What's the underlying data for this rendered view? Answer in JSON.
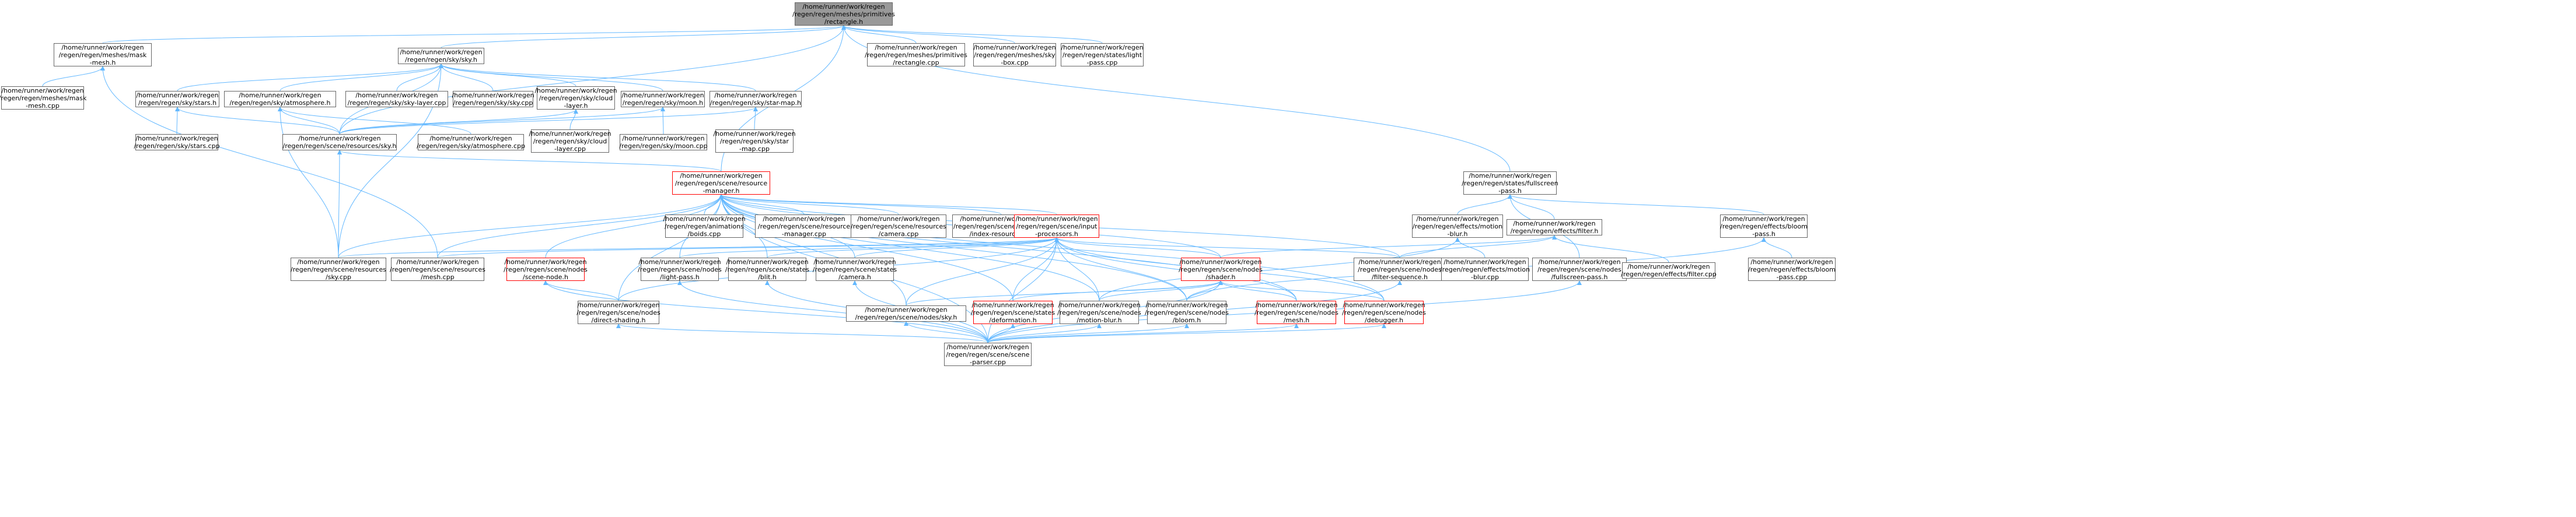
{
  "colors": {
    "edge": "#63b8ff",
    "node_border": "#666666",
    "highlight_border": "#ff0000",
    "current_fill": "#999999"
  },
  "nodes": {
    "rect_h": [
      "/home/runner/work/regen",
      "/regen/regen/meshes/primitives",
      "/rectangle.h"
    ],
    "mask_mesh_h": [
      "/home/runner/work/regen",
      "/regen/regen/meshes/mask",
      "-mesh.h"
    ],
    "sky_h": [
      "/home/runner/work/regen",
      "/regen/regen/sky/sky.h"
    ],
    "rect_cpp": [
      "/home/runner/work/regen",
      "/regen/regen/meshes/primitives",
      "/rectangle.cpp"
    ],
    "sky_box_cpp": [
      "/home/runner/work/regen",
      "/regen/regen/meshes/sky",
      "-box.cpp"
    ],
    "light_pass_cpp_states": [
      "/home/runner/work/regen",
      "/regen/regen/states/light",
      "-pass.cpp"
    ],
    "mask_mesh_cpp": [
      "/home/runner/work/regen",
      "/regen/regen/meshes/mask",
      "-mesh.cpp"
    ],
    "stars_h": [
      "/home/runner/work/regen",
      "/regen/regen/sky/stars.h"
    ],
    "atmosphere_h": [
      "/home/runner/work/regen",
      "/regen/regen/sky/atmosphere.h"
    ],
    "sky_layer_cpp": [
      "/home/runner/work/regen",
      "/regen/regen/sky/sky-layer.cpp"
    ],
    "sky_cpp": [
      "/home/runner/work/regen",
      "/regen/regen/sky/sky.cpp"
    ],
    "cloud_layer_h": [
      "/home/runner/work/regen",
      "/regen/regen/sky/cloud",
      "-layer.h"
    ],
    "moon_h": [
      "/home/runner/work/regen",
      "/regen/regen/sky/moon.h"
    ],
    "star_map_h": [
      "/home/runner/work/regen",
      "/regen/regen/sky/star-map.h"
    ],
    "stars_cpp": [
      "/home/runner/work/regen",
      "/regen/regen/sky/stars.cpp"
    ],
    "resources_sky_h": [
      "/home/runner/work/regen",
      "/regen/regen/scene/resources/sky.h"
    ],
    "atmosphere_cpp": [
      "/home/runner/work/regen",
      "/regen/regen/sky/atmosphere.cpp"
    ],
    "cloud_layer_cpp": [
      "/home/runner/work/regen",
      "/regen/regen/sky/cloud",
      "-layer.cpp"
    ],
    "moon_cpp": [
      "/home/runner/work/regen",
      "/regen/regen/sky/moon.cpp"
    ],
    "star_map_cpp": [
      "/home/runner/work/regen",
      "/regen/regen/sky/star",
      "-map.cpp"
    ],
    "resource_manager_h": [
      "/home/runner/work/regen",
      "/regen/regen/scene/resource",
      "-manager.h"
    ],
    "fullscreen_pass_h": [
      "/home/runner/work/regen",
      "/regen/regen/states/fullscreen",
      "-pass.h"
    ],
    "boids_cpp": [
      "/home/runner/work/regen",
      "/regen/regen/animations",
      "/boids.cpp"
    ],
    "resource_manager_cpp": [
      "/home/runner/work/regen",
      "/regen/regen/scene/resource",
      "-manager.cpp"
    ],
    "resources_camera_cpp": [
      "/home/runner/work/regen",
      "/regen/regen/scene/resources",
      "/camera.cpp"
    ],
    "index_resource_cpp": [
      "/home/runner/work/regen",
      "/regen/regen/scene/resources",
      "/index-resource.cpp"
    ],
    "input_processors_h": [
      "/home/runner/work/regen",
      "/regen/regen/scene/input",
      "-processors.h"
    ],
    "motion_blur_h": [
      "/home/runner/work/regen",
      "/regen/regen/effects/motion",
      "-blur.h"
    ],
    "filter_h": [
      "/home/runner/work/regen",
      "/regen/regen/effects/filter.h"
    ],
    "bloom_pass_h": [
      "/home/runner/work/regen",
      "/regen/regen/effects/bloom",
      "-pass.h"
    ],
    "resources_sky_cpp": [
      "/home/runner/work/regen",
      "/regen/regen/scene/resources",
      "/sky.cpp"
    ],
    "resources_mesh_cpp": [
      "/home/runner/work/regen",
      "/regen/regen/scene/resources",
      "/mesh.cpp"
    ],
    "scene_node_h": [
      "/home/runner/work/regen",
      "/regen/regen/scene/nodes",
      "/scene-node.h"
    ],
    "light_pass_h": [
      "/home/runner/work/regen",
      "/regen/regen/scene/nodes",
      "/light-pass.h"
    ],
    "blit_h": [
      "/home/runner/work/regen",
      "/regen/regen/scene/states",
      "/blit.h"
    ],
    "states_camera_h": [
      "/home/runner/work/regen",
      "/regen/regen/scene/states",
      "/camera.h"
    ],
    "shader_h": [
      "/home/runner/work/regen",
      "/regen/regen/scene/nodes",
      "/shader.h"
    ],
    "filter_sequence_h": [
      "/home/runner/work/regen",
      "/regen/regen/scene/nodes",
      "/filter-sequence.h"
    ],
    "motion_blur_cpp": [
      "/home/runner/work/regen",
      "/regen/regen/effects/motion",
      "-blur.cpp"
    ],
    "filter_cpp": [
      "/home/runner/work/regen",
      "/regen/regen/effects/filter.cpp"
    ],
    "fullscreen_pass_cpp_h": [
      "/home/runner/work/regen",
      "/regen/regen/scene/nodes",
      "/fullscreen-pass.h"
    ],
    "bloom_pass_cpp": [
      "/home/runner/work/regen",
      "/regen/regen/effects/bloom",
      "-pass.cpp"
    ],
    "direct_shading_h": [
      "/home/runner/work/regen",
      "/regen/regen/scene/nodes",
      "/direct-shading.h"
    ],
    "nodes_sky_h": [
      "/home/runner/work/regen",
      "/regen/regen/scene/nodes/sky.h"
    ],
    "deformation_h": [
      "/home/runner/work/regen",
      "/regen/regen/scene/states",
      "/deformation.h"
    ],
    "nodes_motion_blur_h": [
      "/home/runner/work/regen",
      "/regen/regen/scene/nodes",
      "/motion-blur.h"
    ],
    "nodes_bloom_h": [
      "/home/runner/work/regen",
      "/regen/regen/scene/nodes",
      "/bloom.h"
    ],
    "nodes_mesh_h": [
      "/home/runner/work/regen",
      "/regen/regen/scene/nodes",
      "/mesh.h"
    ],
    "debugger_h": [
      "/home/runner/work/regen",
      "/regen/regen/scene/nodes",
      "/debugger.h"
    ],
    "scene_parser_cpp": [
      "/home/runner/work/regen",
      "/regen/regen/scene/scene",
      "-parser.cpp"
    ]
  }
}
